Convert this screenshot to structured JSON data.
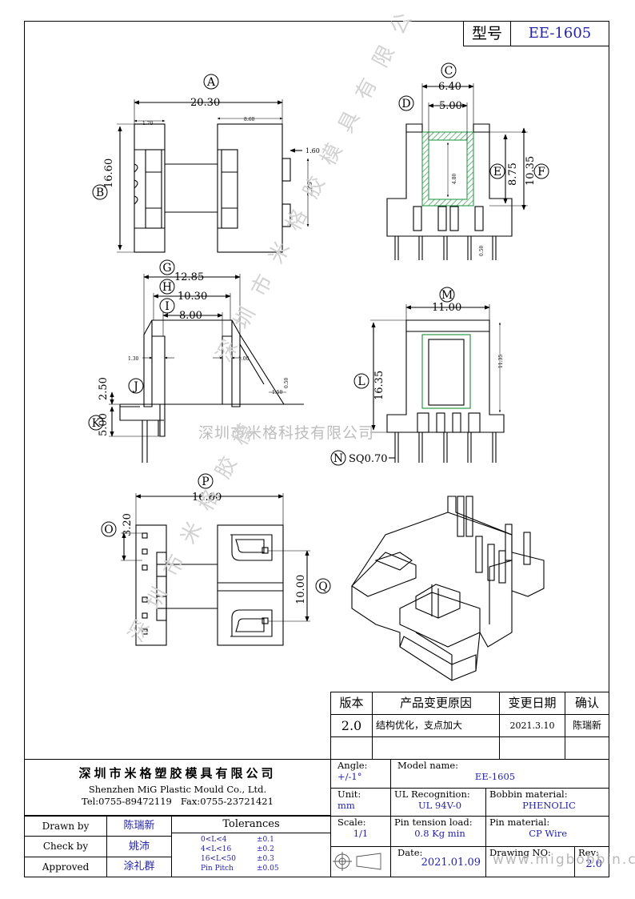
{
  "header": {
    "model_label": "型号",
    "model_value": "EE-1605"
  },
  "dims": {
    "A": "A",
    "B": "B",
    "C": "C",
    "D": "D",
    "E": "E",
    "F": "F",
    "G": "G",
    "H": "H",
    "I": "I",
    "J": "J",
    "K": "K",
    "L": "L",
    "M": "M",
    "N": "N",
    "O": "O",
    "P": "P",
    "Q": "Q",
    "a_val": "20.30",
    "b_val": "16.60",
    "c_val": "6.40",
    "d_val": "5.00",
    "e_val": "8.75",
    "f_val": "10.35",
    "g_val": "12.85",
    "h_val": "10.30",
    "i_val": "8.00",
    "j_val": "2.50",
    "k_val": "5.00",
    "l_val": "16.35",
    "m_val": "11.00",
    "n_val": "SQ0.70",
    "o_val": "3.20",
    "p_val": "16.60",
    "q_val": "10.00",
    "small_1_70": "1.70",
    "small_8_60": "8.60",
    "small_1_60": "1.60",
    "small_2_25": "2.25",
    "small_1_30": "1.30",
    "small_1_00": "1.00",
    "small_1_50": "1.50",
    "small_0_50": "0.50",
    "small_4_80": "4.80",
    "small_0_50b": "0.50",
    "small_11_35": "11.35"
  },
  "watermark": {
    "horizontal": "深圳市米格科技有限公司",
    "diagonal_1": "深 圳 市 米 格 胶 模 具 有 限 公 司",
    "diagonal_2": "深 圳 市 米 格 胶 模",
    "url": "www.migbobbin.com"
  },
  "revision_table": {
    "headers": [
      "版本",
      "产品变更原因",
      "变更日期",
      "确认"
    ],
    "rows": [
      {
        "version": "2.0",
        "reason": "结构优化，支点加大",
        "date": "2021.3.10",
        "confirm": "陈瑞新"
      }
    ]
  },
  "company": {
    "name_cn": "深圳市米格塑胶模具有限公司",
    "name_en": "Shenzhen MiG Plastic Mould Co., Ltd.",
    "contact": "Tel:0755-89472119   Fax:0755-23721421"
  },
  "title_block": {
    "angle_label": "Angle:",
    "angle_value": "+/-1°",
    "unit_label": "Unit:",
    "unit_value": "mm",
    "scale_label": "Scale:",
    "scale_value": "1/1",
    "model_label": "Model name:",
    "model_value": "EE-1605",
    "ul_label": "UL Recognition:",
    "ul_value": "UL 94V-0",
    "bobbin_label": "Bobbin material:",
    "bobbin_value": "PHENOLIC",
    "pin_tension_label": "Pin tension load:",
    "pin_tension_value": "0.8 Kg min",
    "pin_material_label": "Pin material:",
    "pin_material_value": "CP Wire",
    "date_label": "Date:",
    "date_value": "2021.01.09",
    "drawing_label": "Drawing NO:",
    "rev_label": "Rev:",
    "rev_value": "2.0"
  },
  "signatures": {
    "drawn_label": "Drawn by",
    "drawn_value": "陈瑞新",
    "check_label": "Check by",
    "check_value": "姚沛",
    "approved_label": "Approved",
    "approved_value": "涂礼群"
  },
  "tolerances": {
    "title": "Tolerances",
    "rows": [
      {
        "range": "0<L<4",
        "tol": "±0.1"
      },
      {
        "range": "4<L<16",
        "tol": "±0.2"
      },
      {
        "range": "16<L<50",
        "tol": "±0.3"
      },
      {
        "range": "Pin Pitch",
        "tol": "±0.05"
      }
    ]
  }
}
